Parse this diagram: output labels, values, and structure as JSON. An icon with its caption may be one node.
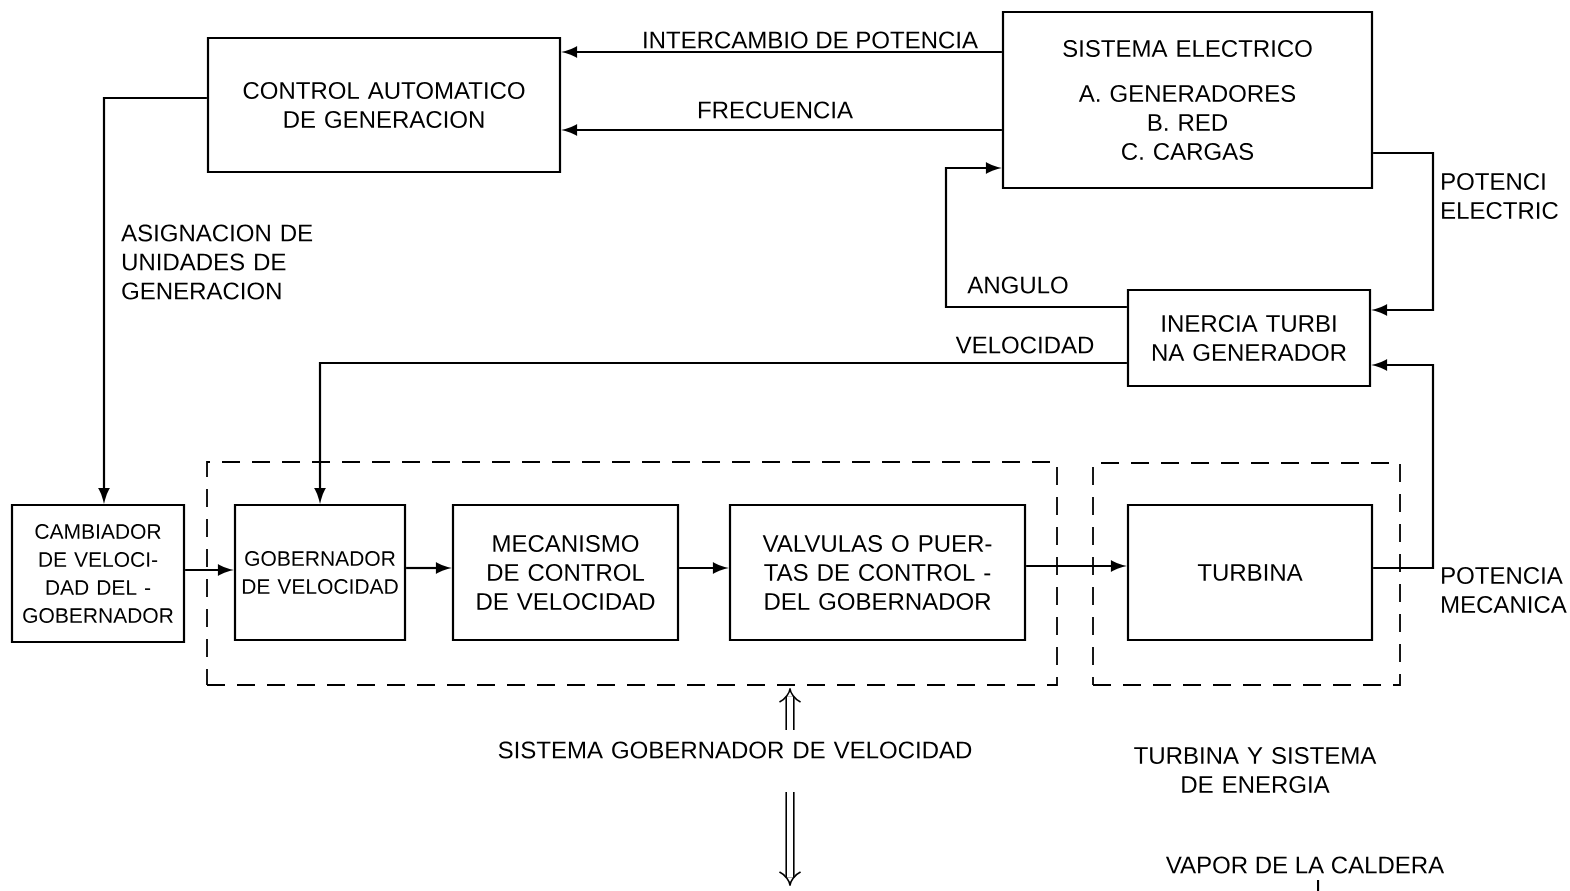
{
  "diagram": {
    "nodes": [
      {
        "text": [
          "CONTROL AUTOMATICO DE GENERACION"
        ]
      },
      {
        "text": [
          "SISTEMA ELECTRICO",
          "A. GENERADORES",
          "B. RED",
          "C. CARGAS"
        ]
      },
      {
        "text": [
          "INERCIA TURBI NA GENERADOR"
        ]
      },
      {
        "text": [
          "SISTEMA GOBERNADOR DE VELOCIDAD"
        ]
      },
      {
        "text": [
          "CAMBIADOR DE VELOCI- DAD DEL - GOBERNADOR"
        ]
      },
      {
        "text": [
          "GOBERNADOR DE VELOCIDAD"
        ],
        "in": 3
      },
      {
        "text": [
          "MECANISMO DE CONTROL DE VELOCIDAD"
        ],
        "in": 3
      },
      {
        "text": [
          "VALVULAS O PUER- TAS DE CONTROL - DEL GOBERNADOR"
        ],
        "in": 3
      },
      {
        "text": [
          "TURBINA Y SISTEMA DE ENERGIA"
        ]
      },
      {
        "text": [
          "TURBINA"
        ],
        "in": 8
      }
    ],
    "edges": [
      {
        "from": 1,
        "to": 0,
        "arrow": "to",
        "label": "INTERCAMBIO DE POTENCIA"
      },
      {
        "from": 1,
        "to": 0,
        "arrow": "to",
        "label": "FRECUENCIA"
      },
      {
        "from": 0,
        "to": 4,
        "arrow": "to",
        "label": "ASIGNACION DE UNIDADES DE GENERACION"
      },
      {
        "from": 2,
        "to": 1,
        "arrow": "to",
        "label": "ANGULO"
      },
      {
        "from": 1,
        "to": 2,
        "arrow": "to",
        "label": "POTENCI ELECTRIC"
      },
      {
        "from": 2,
        "to": 5,
        "arrow": "to",
        "label": "VELOCIDAD"
      },
      {
        "from": 4,
        "to": 5,
        "arrow": "to"
      },
      {
        "from": 5,
        "to": 6,
        "arrow": "to"
      },
      {
        "from": 6,
        "to": 7,
        "arrow": "to"
      },
      {
        "from": 7,
        "to": 9,
        "arrow": "to"
      },
      {
        "from": 9,
        "to": 2,
        "arrow": "to",
        "label": "POTENCIA MECANICA"
      }
    ],
    "labels": [
      "VAPOR DE LA CALDERA"
    ]
  }
}
